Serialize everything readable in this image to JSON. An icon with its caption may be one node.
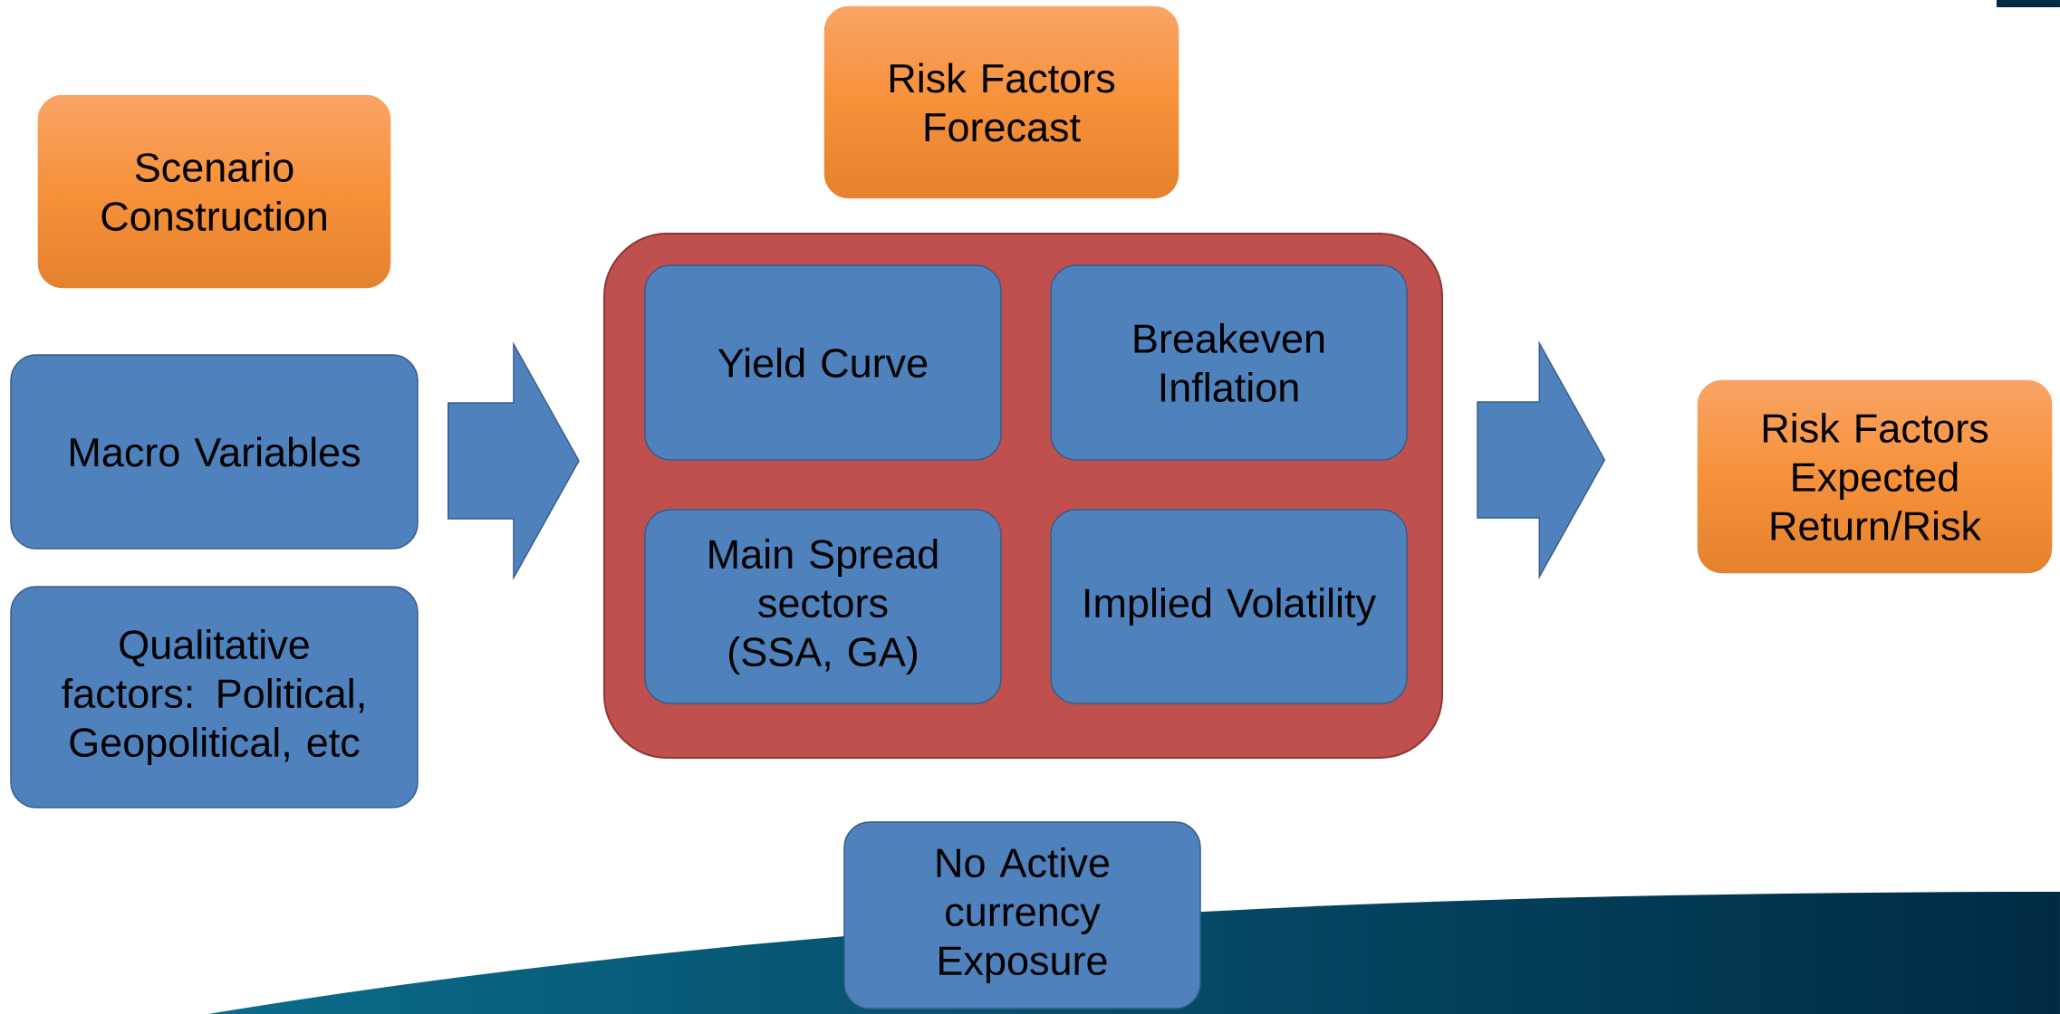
{
  "diagram": {
    "nodes": [
      {
        "text": [
          "Scenario Construction"
        ]
      },
      {
        "text": [
          "Macro Variables"
        ]
      },
      {
        "text": [
          "Qualitative factors: Political, Geopolitical, etc"
        ]
      },
      {
        "text": [
          "Risk Factors Forecast"
        ]
      },
      {
        "text": [],
        "shape": "box"
      },
      {
        "text": [
          "Yield Curve"
        ],
        "in": 4
      },
      {
        "text": [
          "Breakeven Inflation"
        ],
        "in": 4
      },
      {
        "text": [
          "Main Spread sectors (SSA, GA)"
        ],
        "in": 4
      },
      {
        "text": [
          "Implied Volatility"
        ],
        "in": 4
      },
      {
        "text": [
          "Risk Factors Expected Return/Risk"
        ]
      },
      {
        "text": [
          "No Active currency Exposure"
        ]
      }
    ],
    "edges": [
      {
        "from": 1,
        "to": 4,
        "arrow": "to"
      },
      {
        "from": 4,
        "to": 9,
        "arrow": "to"
      }
    ]
  }
}
